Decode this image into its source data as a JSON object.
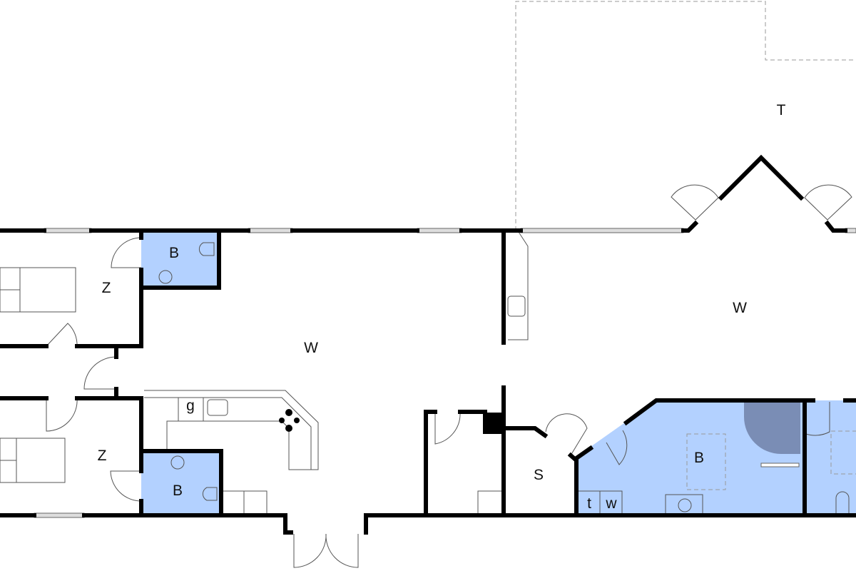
{
  "floor_plan": {
    "colors": {
      "wet_room": "#b3d1ff",
      "shower": "#7a8db5",
      "wall": "#000000"
    },
    "rooms": {
      "terrace": "T",
      "living_left": "W",
      "living_right": "W",
      "bedroom_top": "Z",
      "bedroom_bottom": "Z",
      "bath_top": "B",
      "bath_bottom": "B",
      "bath_large": "B",
      "storage": "S",
      "kitchen_fixture": "g",
      "dryer": "t",
      "washer": "w"
    }
  }
}
